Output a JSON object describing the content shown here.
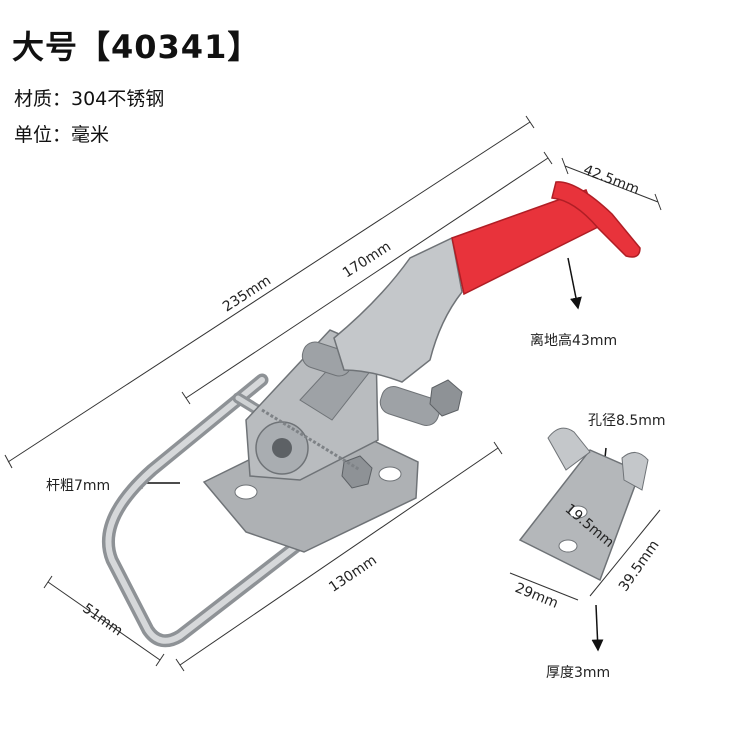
{
  "header": {
    "title": "大号【40341】",
    "material": "材质：304不锈钢",
    "unit": "单位：毫米"
  },
  "dimensions": {
    "overall_length": "235mm",
    "handle_length": "170mm",
    "handle_width": "42.5mm",
    "handle_height": "离地高43mm",
    "rod_diameter": "杆粗7mm",
    "base_length": "130mm",
    "loop_width": "51mm",
    "hole_diameter": "孔径8.5mm",
    "hole_spacing": "19.5mm",
    "bracket_height": "39.5mm",
    "bracket_width": "29mm",
    "thickness": "厚度3mm"
  },
  "colors": {
    "handle_grip": "#e8333b",
    "steel": "#b9bcbf",
    "steel_dark": "#7e8286"
  }
}
